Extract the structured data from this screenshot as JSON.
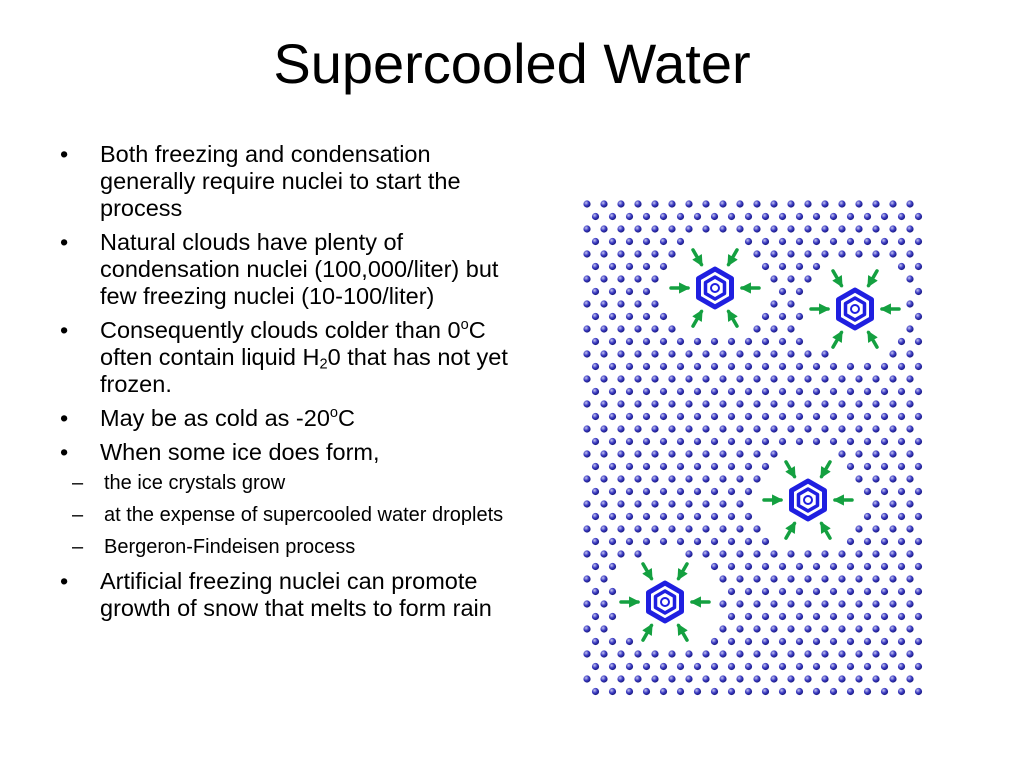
{
  "slide": {
    "title": "Supercooled Water",
    "bullet_glyph": "•",
    "dash_glyph": "–",
    "bullets": {
      "b1": {
        "text": "Both freezing and condensation generally require nuclei to start the process"
      },
      "b2": {
        "text": "Natural clouds have plenty of condensation nuclei (100,000/liter) but few freezing nuclei (10-100/liter)"
      },
      "b3": {
        "text_1": "Consequently clouds colder than 0",
        "sup_1": "o",
        "text_2": "C often contain liquid H",
        "sub_1": "2",
        "text_3": "0 that has not yet frozen."
      },
      "b4": {
        "text_1": "May be as cold as -20",
        "sup_1": "o",
        "text_2": "C"
      },
      "b5": {
        "text": "When some ice does form,",
        "subitems": [
          {
            "text": "the ice crystals grow"
          },
          {
            "text": "at the expense of supercooled water droplets"
          },
          {
            "text": "Bergeron-Findeisen process"
          }
        ]
      },
      "b6": {
        "text": "Artificial freezing nuclei can promote growth of snow that melts to form rain"
      }
    }
  },
  "figure": {
    "icons": [
      "water-droplet-icon",
      "ice-crystal-icon",
      "arrow-icon"
    ],
    "colors": {
      "droplet": "#3b3bc4",
      "droplet_highlight": "#c8c8f0",
      "crystal": "#1f1fe0",
      "arrow": "#14a040"
    }
  }
}
